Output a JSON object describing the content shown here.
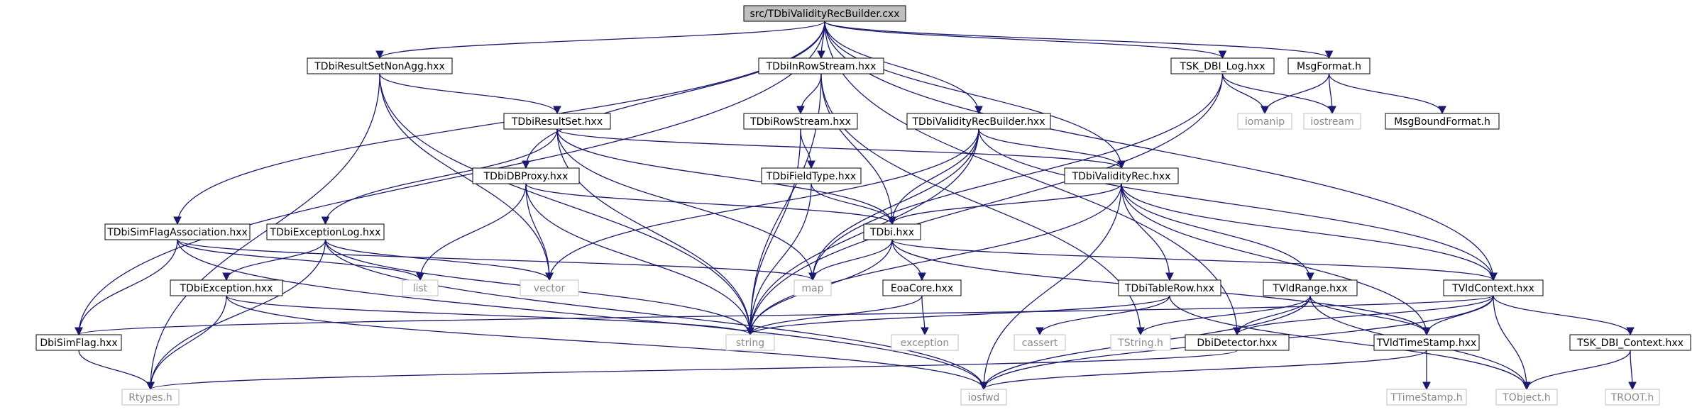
{
  "graph": {
    "colors": {
      "edge": "#191970",
      "root_fill": "#bfbfbf",
      "node_border": "#000000",
      "external_border": "#bfbfbf",
      "background": "#ffffff"
    },
    "root": "src/TDbiValidityRecBuilder.cxx",
    "nodes": [
      {
        "id": "root",
        "label": "src/TDbiValidityRecBuilder.cxx",
        "kind": "root"
      },
      {
        "id": "rsna",
        "label": "TDbiResultSetNonAgg.hxx",
        "kind": "header"
      },
      {
        "id": "inrow",
        "label": "TDbiInRowStream.hxx",
        "kind": "header"
      },
      {
        "id": "tsklog",
        "label": "TSK_DBI_Log.hxx",
        "kind": "header"
      },
      {
        "id": "msgf",
        "label": "MsgFormat.h",
        "kind": "header"
      },
      {
        "id": "rs",
        "label": "TDbiResultSet.hxx",
        "kind": "header"
      },
      {
        "id": "rowstream",
        "label": "TDbiRowStream.hxx",
        "kind": "header"
      },
      {
        "id": "vrb",
        "label": "TDbiValidityRecBuilder.hxx",
        "kind": "header"
      },
      {
        "id": "iomanip",
        "label": "iomanip",
        "kind": "external"
      },
      {
        "id": "iostream",
        "label": "iostream",
        "kind": "external"
      },
      {
        "id": "msgbf",
        "label": "MsgBoundFormat.h",
        "kind": "header"
      },
      {
        "id": "dbproxy",
        "label": "TDbiDBProxy.hxx",
        "kind": "header"
      },
      {
        "id": "fieldtype",
        "label": "TDbiFieldType.hxx",
        "kind": "header"
      },
      {
        "id": "vr",
        "label": "TDbiValidityRec.hxx",
        "kind": "header"
      },
      {
        "id": "simflagassoc",
        "label": "TDbiSimFlagAssociation.hxx",
        "kind": "header"
      },
      {
        "id": "exclog",
        "label": "TDbiExceptionLog.hxx",
        "kind": "header"
      },
      {
        "id": "tdbi",
        "label": "TDbi.hxx",
        "kind": "header"
      },
      {
        "id": "list",
        "label": "list",
        "kind": "external"
      },
      {
        "id": "vector",
        "label": "vector",
        "kind": "external"
      },
      {
        "id": "map",
        "label": "map",
        "kind": "external"
      },
      {
        "id": "exception",
        "label": "TDbiException.hxx",
        "kind": "header"
      },
      {
        "id": "eoacore",
        "label": "EoaCore.hxx",
        "kind": "header"
      },
      {
        "id": "tablerow",
        "label": "TDbiTableRow.hxx",
        "kind": "header"
      },
      {
        "id": "vldrange",
        "label": "TVldRange.hxx",
        "kind": "header"
      },
      {
        "id": "vldcontext",
        "label": "TVldContext.hxx",
        "kind": "header"
      },
      {
        "id": "simflag",
        "label": "DbiSimFlag.hxx",
        "kind": "header"
      },
      {
        "id": "string",
        "label": "string",
        "kind": "external"
      },
      {
        "id": "exc",
        "label": "exception",
        "kind": "external"
      },
      {
        "id": "cassert",
        "label": "cassert",
        "kind": "external"
      },
      {
        "id": "tstring",
        "label": "TString.h",
        "kind": "external"
      },
      {
        "id": "dbidet",
        "label": "DbiDetector.hxx",
        "kind": "header"
      },
      {
        "id": "vldts",
        "label": "TVldTimeStamp.hxx",
        "kind": "header"
      },
      {
        "id": "tskctx",
        "label": "TSK_DBI_Context.hxx",
        "kind": "header"
      },
      {
        "id": "rtypes",
        "label": "Rtypes.h",
        "kind": "external"
      },
      {
        "id": "iosfwd",
        "label": "iosfwd",
        "kind": "external"
      },
      {
        "id": "ttimestamp",
        "label": "TTimeStamp.h",
        "kind": "external"
      },
      {
        "id": "tobject",
        "label": "TObject.h",
        "kind": "external"
      },
      {
        "id": "troot",
        "label": "TROOT.h",
        "kind": "external"
      }
    ],
    "edges": [
      [
        "root",
        "rsna"
      ],
      [
        "root",
        "inrow"
      ],
      [
        "root",
        "tsklog"
      ],
      [
        "root",
        "msgf"
      ],
      [
        "root",
        "vrb"
      ],
      [
        "root",
        "dbproxy"
      ],
      [
        "root",
        "vr"
      ],
      [
        "root",
        "simflagassoc"
      ],
      [
        "root",
        "simflag"
      ],
      [
        "root",
        "vldcontext"
      ],
      [
        "root",
        "dbidet"
      ],
      [
        "rsna",
        "rs"
      ],
      [
        "rsna",
        "vector"
      ],
      [
        "rsna",
        "string"
      ],
      [
        "rsna",
        "rtypes"
      ],
      [
        "inrow",
        "rowstream"
      ],
      [
        "inrow",
        "tdbi"
      ],
      [
        "inrow",
        "string"
      ],
      [
        "inrow",
        "tstring"
      ],
      [
        "tsklog",
        "iomanip"
      ],
      [
        "tsklog",
        "iostream"
      ],
      [
        "tsklog",
        "string"
      ],
      [
        "tsklog",
        "map"
      ],
      [
        "msgf",
        "iomanip"
      ],
      [
        "msgf",
        "iostream"
      ],
      [
        "msgf",
        "msgbf"
      ],
      [
        "rs",
        "exclog"
      ],
      [
        "rs",
        "vr"
      ],
      [
        "rs",
        "tdbi"
      ],
      [
        "rs",
        "map"
      ],
      [
        "rs",
        "string"
      ],
      [
        "rowstream",
        "fieldtype"
      ],
      [
        "rowstream",
        "string"
      ],
      [
        "vrb",
        "vr"
      ],
      [
        "vrb",
        "tdbi"
      ],
      [
        "vrb",
        "map"
      ],
      [
        "vrb",
        "vector"
      ],
      [
        "vrb",
        "string"
      ],
      [
        "vrb",
        "vldcontext"
      ],
      [
        "dbproxy",
        "tdbi"
      ],
      [
        "dbproxy",
        "list"
      ],
      [
        "dbproxy",
        "vector"
      ],
      [
        "dbproxy",
        "string"
      ],
      [
        "fieldtype",
        "tdbi"
      ],
      [
        "fieldtype",
        "string"
      ],
      [
        "vr",
        "tdbi"
      ],
      [
        "vr",
        "tablerow"
      ],
      [
        "vr",
        "vldrange"
      ],
      [
        "vr",
        "vldts"
      ],
      [
        "vr",
        "string"
      ],
      [
        "vr",
        "iosfwd"
      ],
      [
        "vr",
        "vldcontext"
      ],
      [
        "simflagassoc",
        "simflag"
      ],
      [
        "simflagassoc",
        "list"
      ],
      [
        "simflagassoc",
        "map"
      ],
      [
        "simflagassoc",
        "iosfwd"
      ],
      [
        "exclog",
        "exception"
      ],
      [
        "exclog",
        "vector"
      ],
      [
        "exclog",
        "string"
      ],
      [
        "exclog",
        "rtypes"
      ],
      [
        "exclog",
        "iosfwd"
      ],
      [
        "tdbi",
        "map"
      ],
      [
        "tdbi",
        "string"
      ],
      [
        "tdbi",
        "eoacore"
      ],
      [
        "tdbi",
        "vldcontext"
      ],
      [
        "tdbi",
        "vldts"
      ],
      [
        "exception",
        "string"
      ],
      [
        "exception",
        "rtypes"
      ],
      [
        "exception",
        "iosfwd"
      ],
      [
        "eoacore",
        "string"
      ],
      [
        "eoacore",
        "exc"
      ],
      [
        "tablerow",
        "string"
      ],
      [
        "tablerow",
        "cassert"
      ],
      [
        "tablerow",
        "tobject"
      ],
      [
        "vldrange",
        "dbidet"
      ],
      [
        "vldrange",
        "vldts"
      ],
      [
        "vldrange",
        "tstring"
      ],
      [
        "vldrange",
        "iosfwd"
      ],
      [
        "vldrange",
        "tobject"
      ],
      [
        "vldcontext",
        "simflag"
      ],
      [
        "vldcontext",
        "dbidet"
      ],
      [
        "vldcontext",
        "vldts"
      ],
      [
        "vldcontext",
        "tskctx"
      ],
      [
        "vldcontext",
        "tobject"
      ],
      [
        "vldcontext",
        "iosfwd"
      ],
      [
        "simflag",
        "rtypes"
      ],
      [
        "dbidet",
        "rtypes"
      ],
      [
        "vldts",
        "ttimestamp"
      ],
      [
        "vldts",
        "iosfwd"
      ],
      [
        "tskctx",
        "tobject"
      ],
      [
        "tskctx",
        "troot"
      ]
    ]
  }
}
